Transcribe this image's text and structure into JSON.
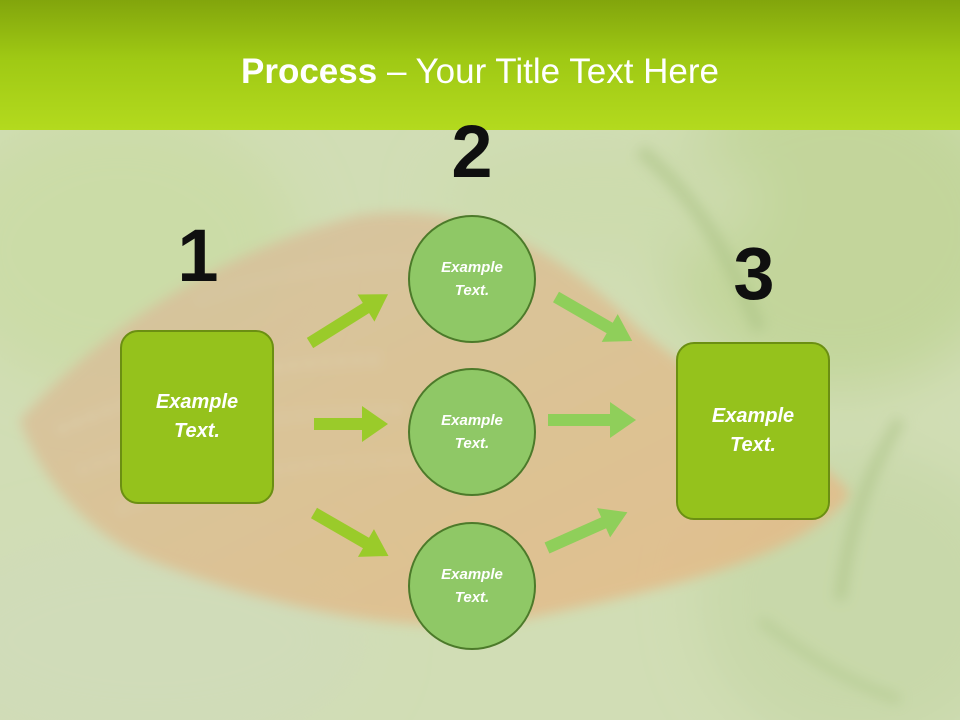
{
  "title": {
    "bold": "Process",
    "rest": " – Your Title Text Here"
  },
  "steps": {
    "one": "1",
    "two": "2",
    "three": "3"
  },
  "nodes": {
    "left_box": "Example Text.",
    "circle_top": "Example Text.",
    "circle_middle": "Example Text.",
    "circle_bottom": "Example Text.",
    "right_box": "Example Text."
  },
  "colors": {
    "title_band": "#a6d014",
    "box_fill": "#95c21c",
    "circle_fill": "#8fc866",
    "arrow": "#9acb2a"
  }
}
